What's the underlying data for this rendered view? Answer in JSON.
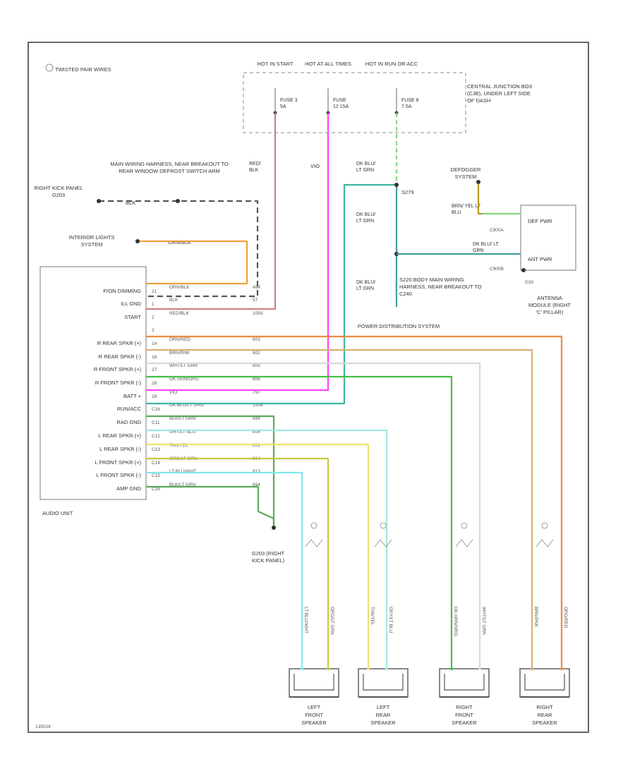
{
  "legend": {
    "twisted_pair": "TWISTED PAIR WIRES"
  },
  "fuses": {
    "headers": [
      "HOT IN START",
      "HOT AT ALL TIMES",
      "HOT IN RUN OR ACC"
    ],
    "items": [
      {
        "label": "FUSE 3 5A"
      },
      {
        "label": "FUSE 12 15A"
      },
      {
        "label": "FUSE 8 7.5A"
      }
    ],
    "junction_box": "CENTRAL JUNCTION BOX (CJB), UNDER LEFT SIDE OF DASH"
  },
  "labels": {
    "main_harness": "MAIN WIRING HARNESS, NEAR BREAKOUT TO REAR WINDOW DEFROST SWITCH ARM",
    "right_kick_ground": "RIGHT KICK PANEL G203",
    "interior_lights": "INTERIOR LIGHTS SYSTEM",
    "defogger": "DEFOGGER SYSTEM",
    "splice_s279": "S279",
    "splice_s220": "S220 BODY MAIN WIRING HARNESS, NEAR BREAKOUT TO C240",
    "power_distribution": "POWER DISTRIBUTION SYSTEM",
    "antenna_module": "ANTENNA MODULE (RIGHT 'C' PILLAR)",
    "audio_unit": "AUDIO UNIT",
    "ground_g203": "G203 (RIGHT KICK PANEL)",
    "footer_code": "135024"
  },
  "wire_labels": {
    "red_blk": "RED/ BLK",
    "vio": "VIO",
    "dkblu_ltgrn_1": "DK BLU/ LT GRN",
    "dkblu_ltgrn_2": "DK BLU/ LT GRN",
    "dkblu_ltgrn_3": "DK BLU/ LT GRN",
    "blk": "BLK",
    "orn_blk": "ORN/BLK",
    "brn_yel_ltblu": "BRN/ YEL LT BLU",
    "dkblu_ltgrn_ant": "DK BLU/ LT GRN"
  },
  "antenna": {
    "box_labels": [
      "DEF PWR",
      "ANT PWR"
    ],
    "connectors": [
      "C900A",
      "C900B"
    ],
    "ground": "G30"
  },
  "audio_unit": {
    "pins": [
      {
        "name": "P/ON DIMMING",
        "pin": "21",
        "wire": "ORN/BLK",
        "circuit": "484"
      },
      {
        "name": "ILL GND",
        "pin": "1",
        "wire": "BLK",
        "circuit": "57"
      },
      {
        "name": "START",
        "pin": "2",
        "wire": "RED/BLK",
        "circuit": "1093"
      },
      {
        "name": "",
        "pin": "3",
        "wire": "",
        "circuit": ""
      },
      {
        "name": "R REAR SPKR (+)",
        "pin": "14",
        "wire": "ORN/RED",
        "circuit": "803"
      },
      {
        "name": "R REAR SPKR (-)",
        "pin": "16",
        "wire": "BRN/PNK",
        "circuit": "802"
      },
      {
        "name": "R FRONT SPKR (+)",
        "pin": "27",
        "wire": "WHT/LT GRN",
        "circuit": "805"
      },
      {
        "name": "R FRONT SPKR (-)",
        "pin": "28",
        "wire": "DK GRN/ORG",
        "circuit": "806"
      },
      {
        "name": "BATT +",
        "pin": "29",
        "wire": "VIO",
        "circuit": "797"
      },
      {
        "name": "RUN/ACC",
        "pin": "C16",
        "wire": "DK BLU/LT GRN",
        "circuit": "1004"
      },
      {
        "name": "RAD GND",
        "pin": "C11",
        "wire": "BLK/LT GRN",
        "circuit": "694"
      },
      {
        "name": "L REAR SPKR (+)",
        "pin": "C12",
        "wire": "GRY/LT BLU",
        "circuit": "804"
      },
      {
        "name": "L REAR SPKR (-)",
        "pin": "C13",
        "wire": "TAN/YEL",
        "circuit": "801"
      },
      {
        "name": "L FRONT SPKR (+)",
        "pin": "C14",
        "wire": "ORG/LT GRN",
        "circuit": "804"
      },
      {
        "name": "L FRONT SPKR (-)",
        "pin": "C15",
        "wire": "LT BLU/WHT",
        "circuit": "813"
      },
      {
        "name": "AMP GND",
        "pin": "C16",
        "wire": "BLK/LT GRN",
        "circuit": "694"
      }
    ]
  },
  "speakers": [
    {
      "name": "LEFT FRONT SPEAKER",
      "wires": [
        "LT BLU/WHT",
        "ORG/LT GRN"
      ]
    },
    {
      "name": "LEFT REAR SPEAKER",
      "wires": [
        "TAN/YEL",
        "GRY/LT BLU"
      ]
    },
    {
      "name": "RIGHT FRONT SPEAKER",
      "wires": [
        "DK GRN/ORG",
        "WHT/LT GRN"
      ]
    },
    {
      "name": "RIGHT REAR SPEAKER",
      "wires": [
        "BRN/PNK",
        "ORG/RED"
      ]
    }
  ],
  "colors": {
    "orn": "#f0a040",
    "red_blk": "#d08080",
    "vio": "#ff44ff",
    "dkblu_ltgrn": "#40b4a0",
    "blk": "#555555",
    "orn_red": "#ee8a40",
    "brn_pnk": "#d8b070",
    "wht_ltgrn": "#d8d8d8",
    "dkgrn_org": "#44c044",
    "blu_run": "#5570e0",
    "blk_ltgrn": "#5aaa5a",
    "gry_ltblu": "#9ee8e0",
    "tan_yel": "#f0e070",
    "org_ltgrn": "#c8c840",
    "ltblu_wht": "#80e8f0",
    "lt_grn": "#88d888",
    "teal": "#40a0a0",
    "brn_yel": "#b89820"
  }
}
